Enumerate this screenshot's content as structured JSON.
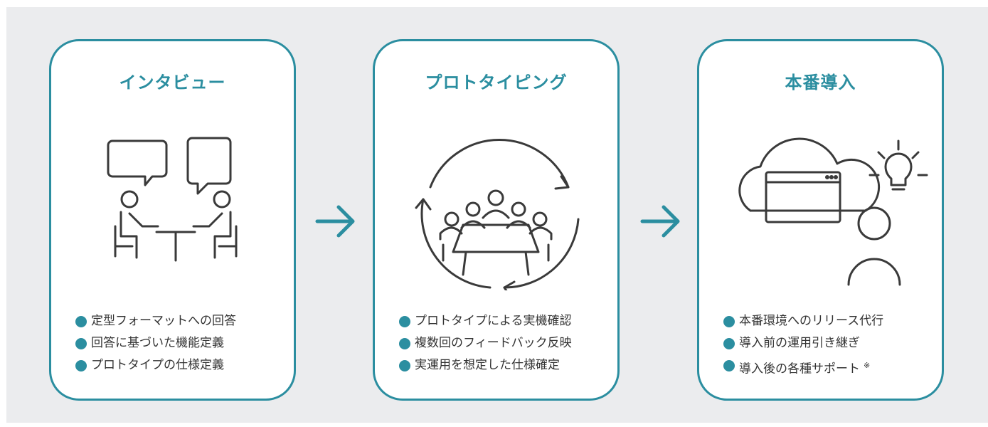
{
  "colors": {
    "accent": "#2b8ea0",
    "icon": "#3a3a3a",
    "background": "#ebecee"
  },
  "steps": [
    {
      "title": "インタビュー",
      "icon": "interview-icon",
      "points": [
        "定型フォーマットへの回答",
        "回答に基づいた機能定義",
        "プロトタイプの仕様定義"
      ]
    },
    {
      "title": "プロトタイピング",
      "icon": "meeting-cycle-icon",
      "points": [
        "プロトタイプによる実機確認",
        "複数回のフィードバック反映",
        "実運用を想定した仕様確定"
      ]
    },
    {
      "title": "本番導入",
      "icon": "cloud-deploy-icon",
      "points": [
        "本番環境へのリリース代行",
        "導入前の運用引き継ぎ",
        "導入後の各種サポート"
      ],
      "note": "※"
    }
  ]
}
